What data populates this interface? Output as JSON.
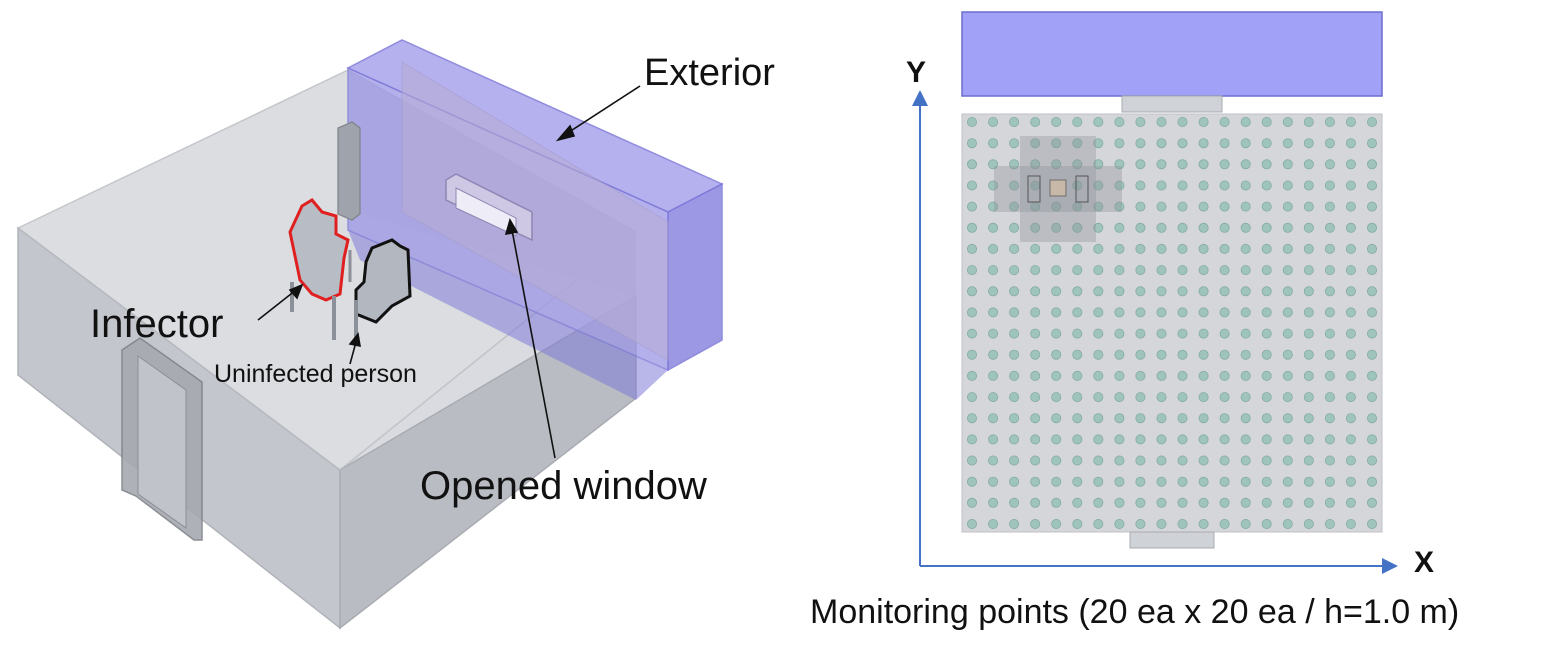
{
  "room_view": {
    "labels": {
      "exterior": "Exterior",
      "infector": "Infector",
      "uninfected": "Uninfected person",
      "window": "Opened window"
    }
  },
  "plan_view": {
    "axis_x": "X",
    "axis_y": "Y",
    "caption": "Monitoring points (20 ea x 20 ea / h=1.0 m)",
    "grid_cols": 20,
    "grid_rows": 20
  },
  "colors": {
    "room": "#c6c9cf",
    "exterior": "#8e8ef0",
    "infector_outline": "#e02020",
    "uninfected_outline": "#111111",
    "axis": "#4472c4",
    "point": "#9ec4bc"
  }
}
